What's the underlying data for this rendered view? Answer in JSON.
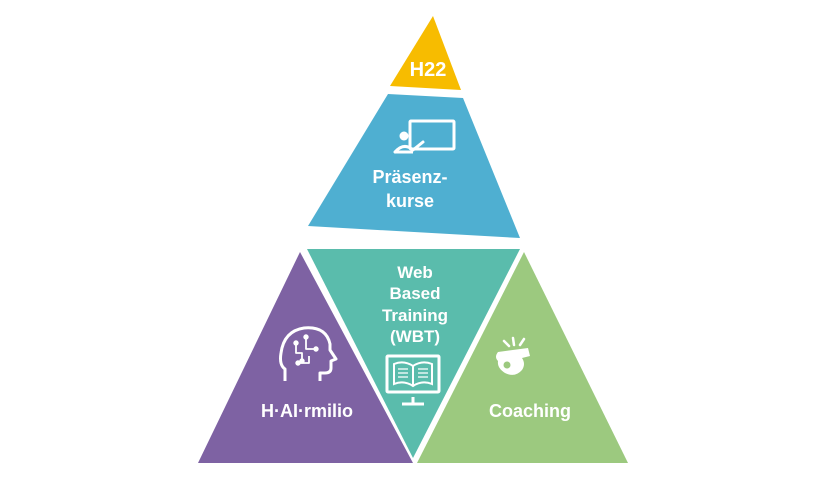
{
  "diagram": {
    "segments": [
      {
        "id": "top",
        "label": "H22",
        "color": "#F7BC00"
      },
      {
        "id": "presence",
        "label_lines": [
          "Präsenz-",
          "kurse"
        ],
        "color": "#4FAFD1",
        "icon": "presentation-icon"
      },
      {
        "id": "wbt",
        "label_lines": [
          "Web",
          "Based",
          "Training",
          "(WBT)"
        ],
        "color": "#5ABCAC",
        "icon": "book-monitor-icon"
      },
      {
        "id": "hai",
        "label": "H·AI·rmilio",
        "color": "#7E62A3",
        "icon": "ai-head-icon"
      },
      {
        "id": "coaching",
        "label": "Coaching",
        "color": "#9CC97F",
        "icon": "whistle-icon"
      }
    ]
  }
}
